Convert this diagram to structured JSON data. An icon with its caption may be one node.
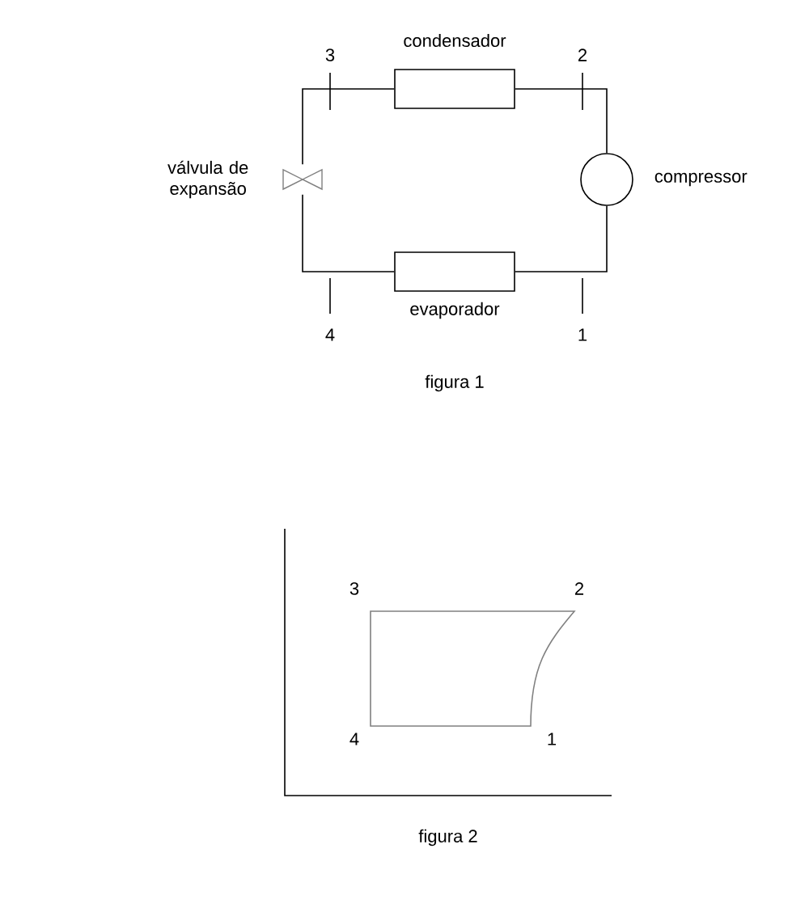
{
  "diagram": {
    "nodes": [
      {
        "text": [
          "condensador"
        ]
      },
      {
        "text": [
          "válvula de expansão"
        ]
      },
      {
        "text": [
          "compressor"
        ]
      },
      {
        "text": [
          "evaporador"
        ]
      }
    ],
    "edges": [
      {
        "from": 0,
        "to": 2,
        "arrow": "none"
      },
      {
        "from": 0,
        "to": 1,
        "arrow": "none"
      },
      {
        "from": 1,
        "to": 3,
        "arrow": "none"
      },
      {
        "from": 3,
        "to": 2,
        "arrow": "none"
      }
    ],
    "labels": [
      "3",
      "2",
      "4",
      "1",
      "figura 1",
      "3",
      "2",
      "4",
      "1",
      "figura 2"
    ]
  }
}
